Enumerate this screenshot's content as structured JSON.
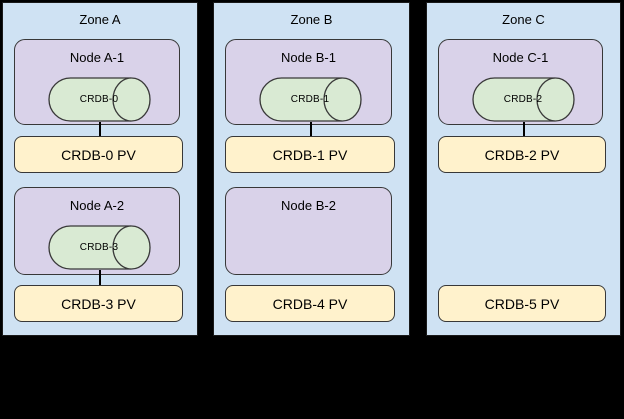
{
  "diagram": {
    "type": "architecture-diagram",
    "background_color": "#000000",
    "colors": {
      "zone_fill": "#cfe2f3",
      "node_fill": "#d9d2e9",
      "database_fill": "#d9ead3",
      "pv_fill": "#fff2cc",
      "border": "#383838",
      "connector": "#000000"
    },
    "zones": [
      {
        "label": "Zone A",
        "nodes": [
          {
            "label": "Node A-1",
            "db": "CRDB-0",
            "pv": "CRDB-0 PV",
            "connected": true
          },
          {
            "label": "Node A-2",
            "db": "CRDB-3",
            "pv": "CRDB-3 PV",
            "connected": true
          }
        ]
      },
      {
        "label": "Zone B",
        "nodes": [
          {
            "label": "Node B-1",
            "db": "CRDB-1",
            "pv": "CRDB-1 PV",
            "connected": true
          },
          {
            "label": "Node B-2",
            "db": null,
            "pv": "CRDB-4 PV",
            "connected": false
          }
        ]
      },
      {
        "label": "Zone C",
        "nodes": [
          {
            "label": "Node C-1",
            "db": "CRDB-2",
            "pv": "CRDB-2 PV",
            "connected": true
          },
          {
            "label": null,
            "db": null,
            "pv": "CRDB-5 PV",
            "connected": false
          }
        ]
      }
    ]
  }
}
